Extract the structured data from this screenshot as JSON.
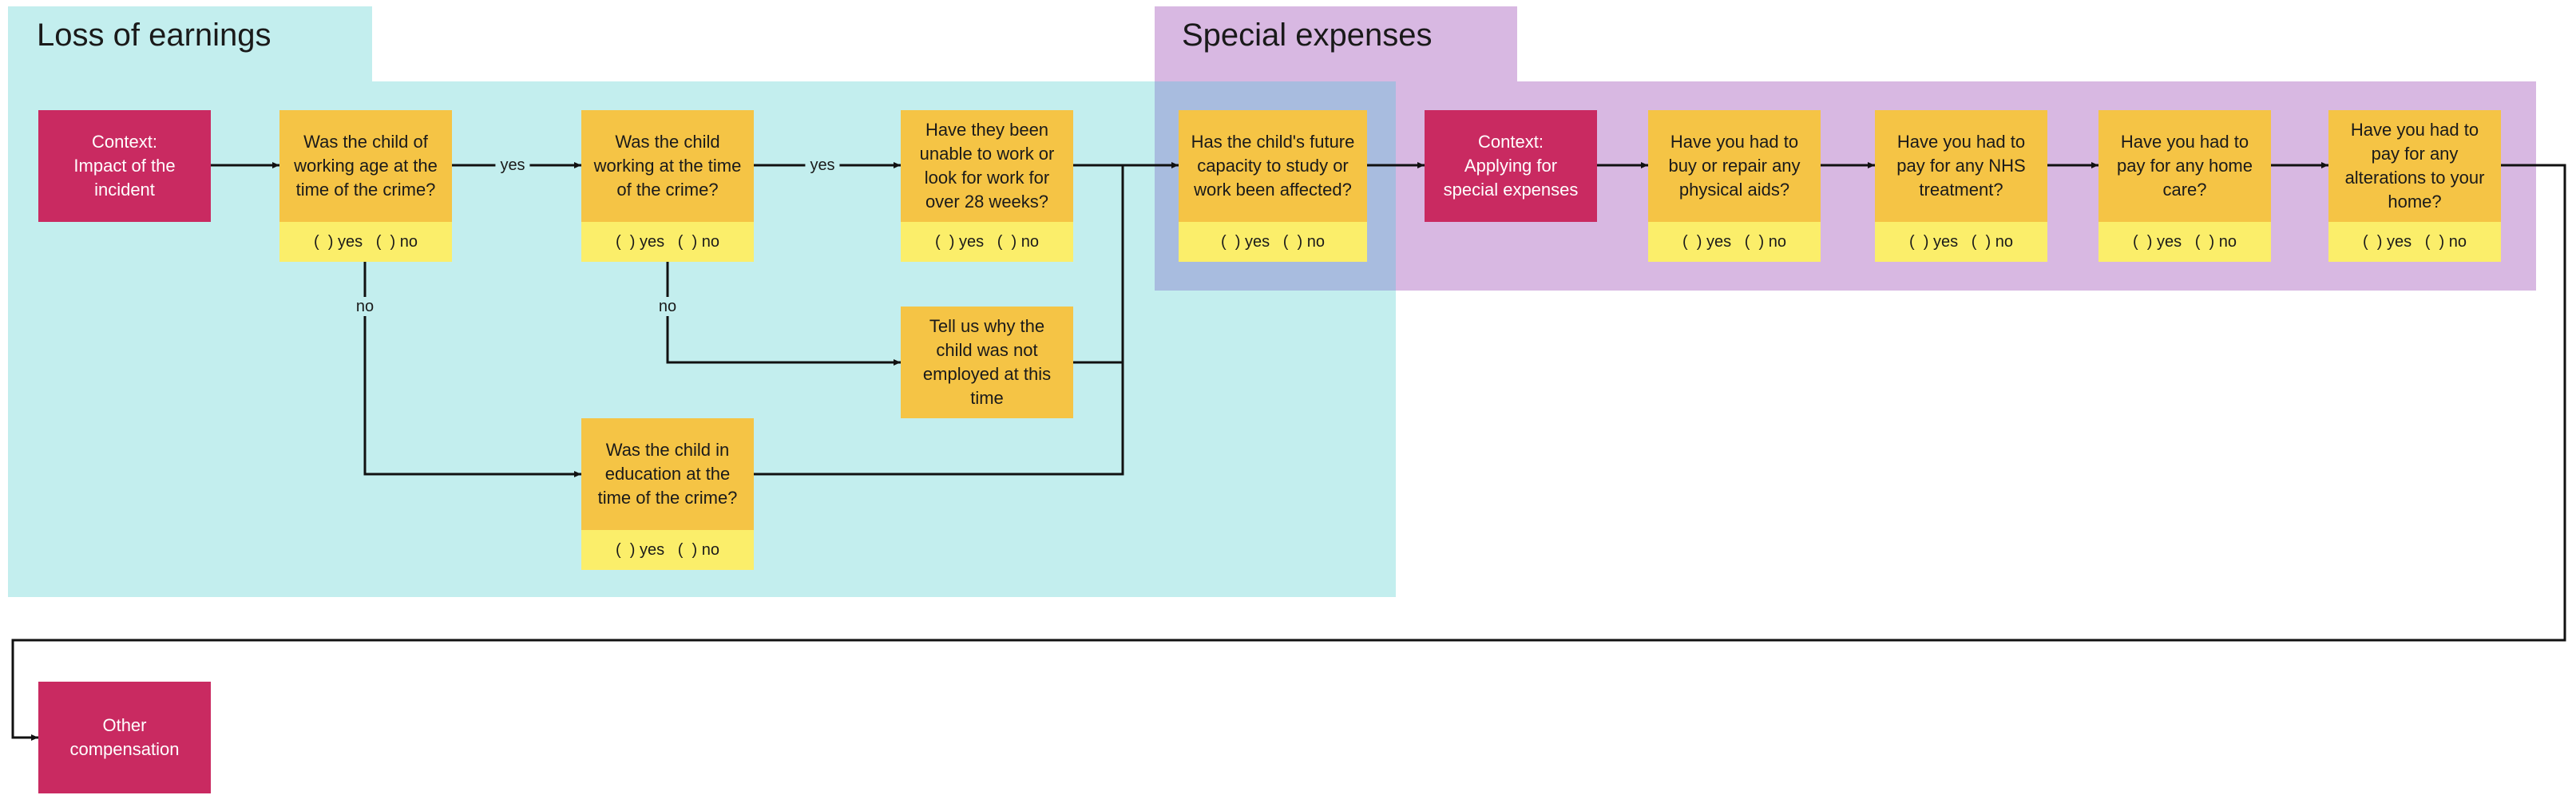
{
  "regions": {
    "loss_of_earnings": {
      "title": "Loss of earnings",
      "color": "#c3eeee"
    },
    "special_expenses": {
      "title": "Special expenses",
      "color": "#d8b8e2",
      "overlap_color": "#a8bcdf"
    }
  },
  "colors": {
    "context": "#c92a61",
    "question": "#f5c445",
    "answer": "#fbee6a",
    "line": "#111111"
  },
  "context_nodes": {
    "impact": "Context:\nImpact of the\nincident",
    "special": "Context:\nApplying for\nspecial expenses",
    "other": "Other\ncompensation"
  },
  "questions": {
    "working_age": {
      "text": "Was the child of\nworking age at the\ntime of the crime?",
      "answer": "(  ) yes   (  ) no"
    },
    "working": {
      "text": "Was the child\nworking at the time\nof the crime?",
      "answer": "(  ) yes   (  ) no"
    },
    "unable": {
      "text": "Have they been\nunable to work or\nlook for work for\nover 28 weeks?",
      "answer": "(  ) yes   (  ) no"
    },
    "why_not": {
      "text": "Tell us why the\nchild was not\nemployed at this\ntime"
    },
    "education": {
      "text": "Was the child in\neducation at the\ntime of the crime?",
      "answer": "(  ) yes   (  ) no"
    },
    "capacity": {
      "text": "Has the child's future\ncapacity to study or\nwork been affected?",
      "answer": "(  ) yes   (  ) no"
    },
    "aids": {
      "text": "Have you had to\nbuy or repair any\nphysical aids?",
      "answer": "(  ) yes   (  ) no"
    },
    "nhs": {
      "text": "Have you had to\npay for any NHS\ntreatment?",
      "answer": "(  ) yes   (  ) no"
    },
    "home_care": {
      "text": "Have you had to\npay for any home\ncare?",
      "answer": "(  ) yes   (  ) no"
    },
    "alterations": {
      "text": "Have you had to\npay for any\nalterations to your\nhome?",
      "answer": "(  ) yes   (  ) no"
    }
  },
  "edge_labels": {
    "yes_1": "yes",
    "yes_2": "yes",
    "no_1": "no",
    "no_2": "no"
  }
}
